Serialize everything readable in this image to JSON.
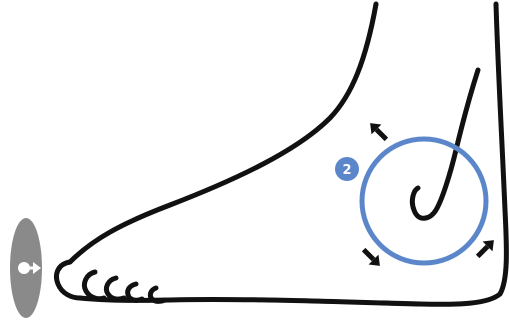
{
  "illustration": {
    "subject": "foot-side-view",
    "line_color": "#111111",
    "background": "#ffffff"
  },
  "marker": {
    "number": "2",
    "accent_color": "#5b86c9"
  },
  "focus_circle": {
    "color": "#5b86c9"
  },
  "arrows": {
    "count": 3,
    "color": "#111111",
    "icons": [
      "arrow-northwest-icon",
      "arrow-southeast-icon",
      "arrow-northeast-icon"
    ]
  },
  "side_view_icon": {
    "name": "lateral-view-icon",
    "color": "#8a8a8a"
  }
}
